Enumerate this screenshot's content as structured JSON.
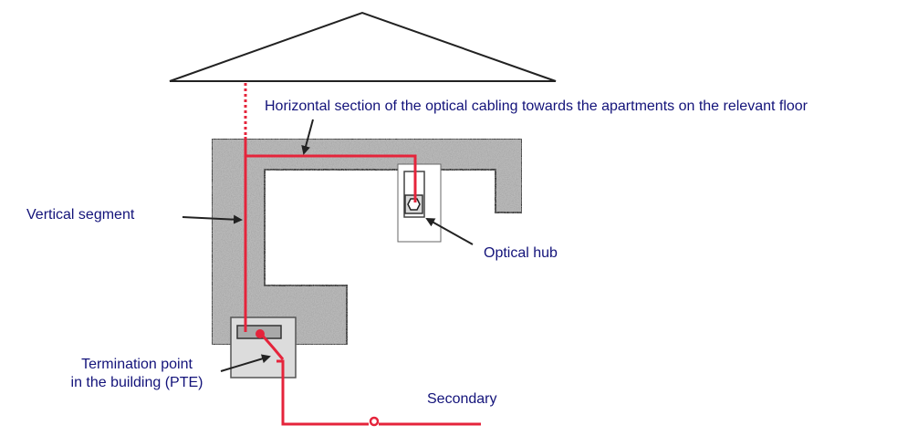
{
  "labels": {
    "horizontal_section": "Horizontal section of the optical cabling towards the apartments on the relevant floor",
    "vertical_segment": "Vertical segment",
    "optical_hub": "Optical hub",
    "termination_line1": "Termination point",
    "termination_line2": "in the building (PTE)",
    "secondary": "Secondary"
  },
  "colors": {
    "cable": "#e5243b",
    "label": "#13137a",
    "wall": "#8a8a8a",
    "outline": "#333333",
    "box_fill": "#dcdcdc"
  }
}
